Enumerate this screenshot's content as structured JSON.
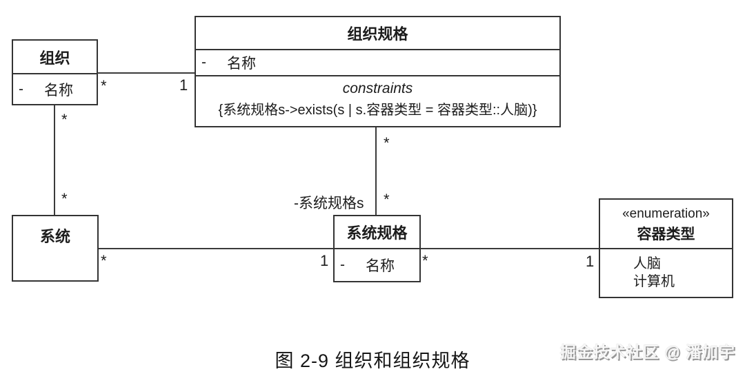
{
  "diagram": {
    "classes": {
      "org": {
        "title": "组织",
        "attr_visibility": "-",
        "attr_name": "名称"
      },
      "org_spec": {
        "title": "组织规格",
        "attr_visibility": "-",
        "attr_name": "名称",
        "constraints_keyword": "constraints",
        "constraint_text": "{系统规格s->exists(s | s.容器类型 = 容器类型::人脑)}"
      },
      "system": {
        "title": "系统"
      },
      "system_spec": {
        "title": "系统规格",
        "attr_visibility": "-",
        "attr_name": "名称"
      },
      "container_type": {
        "stereotype": "«enumeration»",
        "title": "容器类型",
        "values": [
          "人脑",
          "计算机"
        ]
      }
    },
    "multiplicities": {
      "org_end_star": "*",
      "org_spec_end_one": "1",
      "org_system_top_star": "*",
      "org_system_bottom_star": "*",
      "spec_sysspec_top_star": "*",
      "spec_sysspec_bottom_star": "*",
      "system_end_star": "*",
      "sysspec_end_one": "1",
      "sysspec_enum_star": "*",
      "enum_end_one": "1"
    },
    "role_label": "-系统规格s",
    "caption": "图 2-9  组织和组织规格",
    "watermark": "掘金技术社区 @ 潘加宇"
  },
  "colors": {
    "line": "#3a3a3a",
    "border": "#333333",
    "text": "#1c1c1c",
    "background": "#ffffff",
    "watermark_fill": "#f7f7f7"
  }
}
